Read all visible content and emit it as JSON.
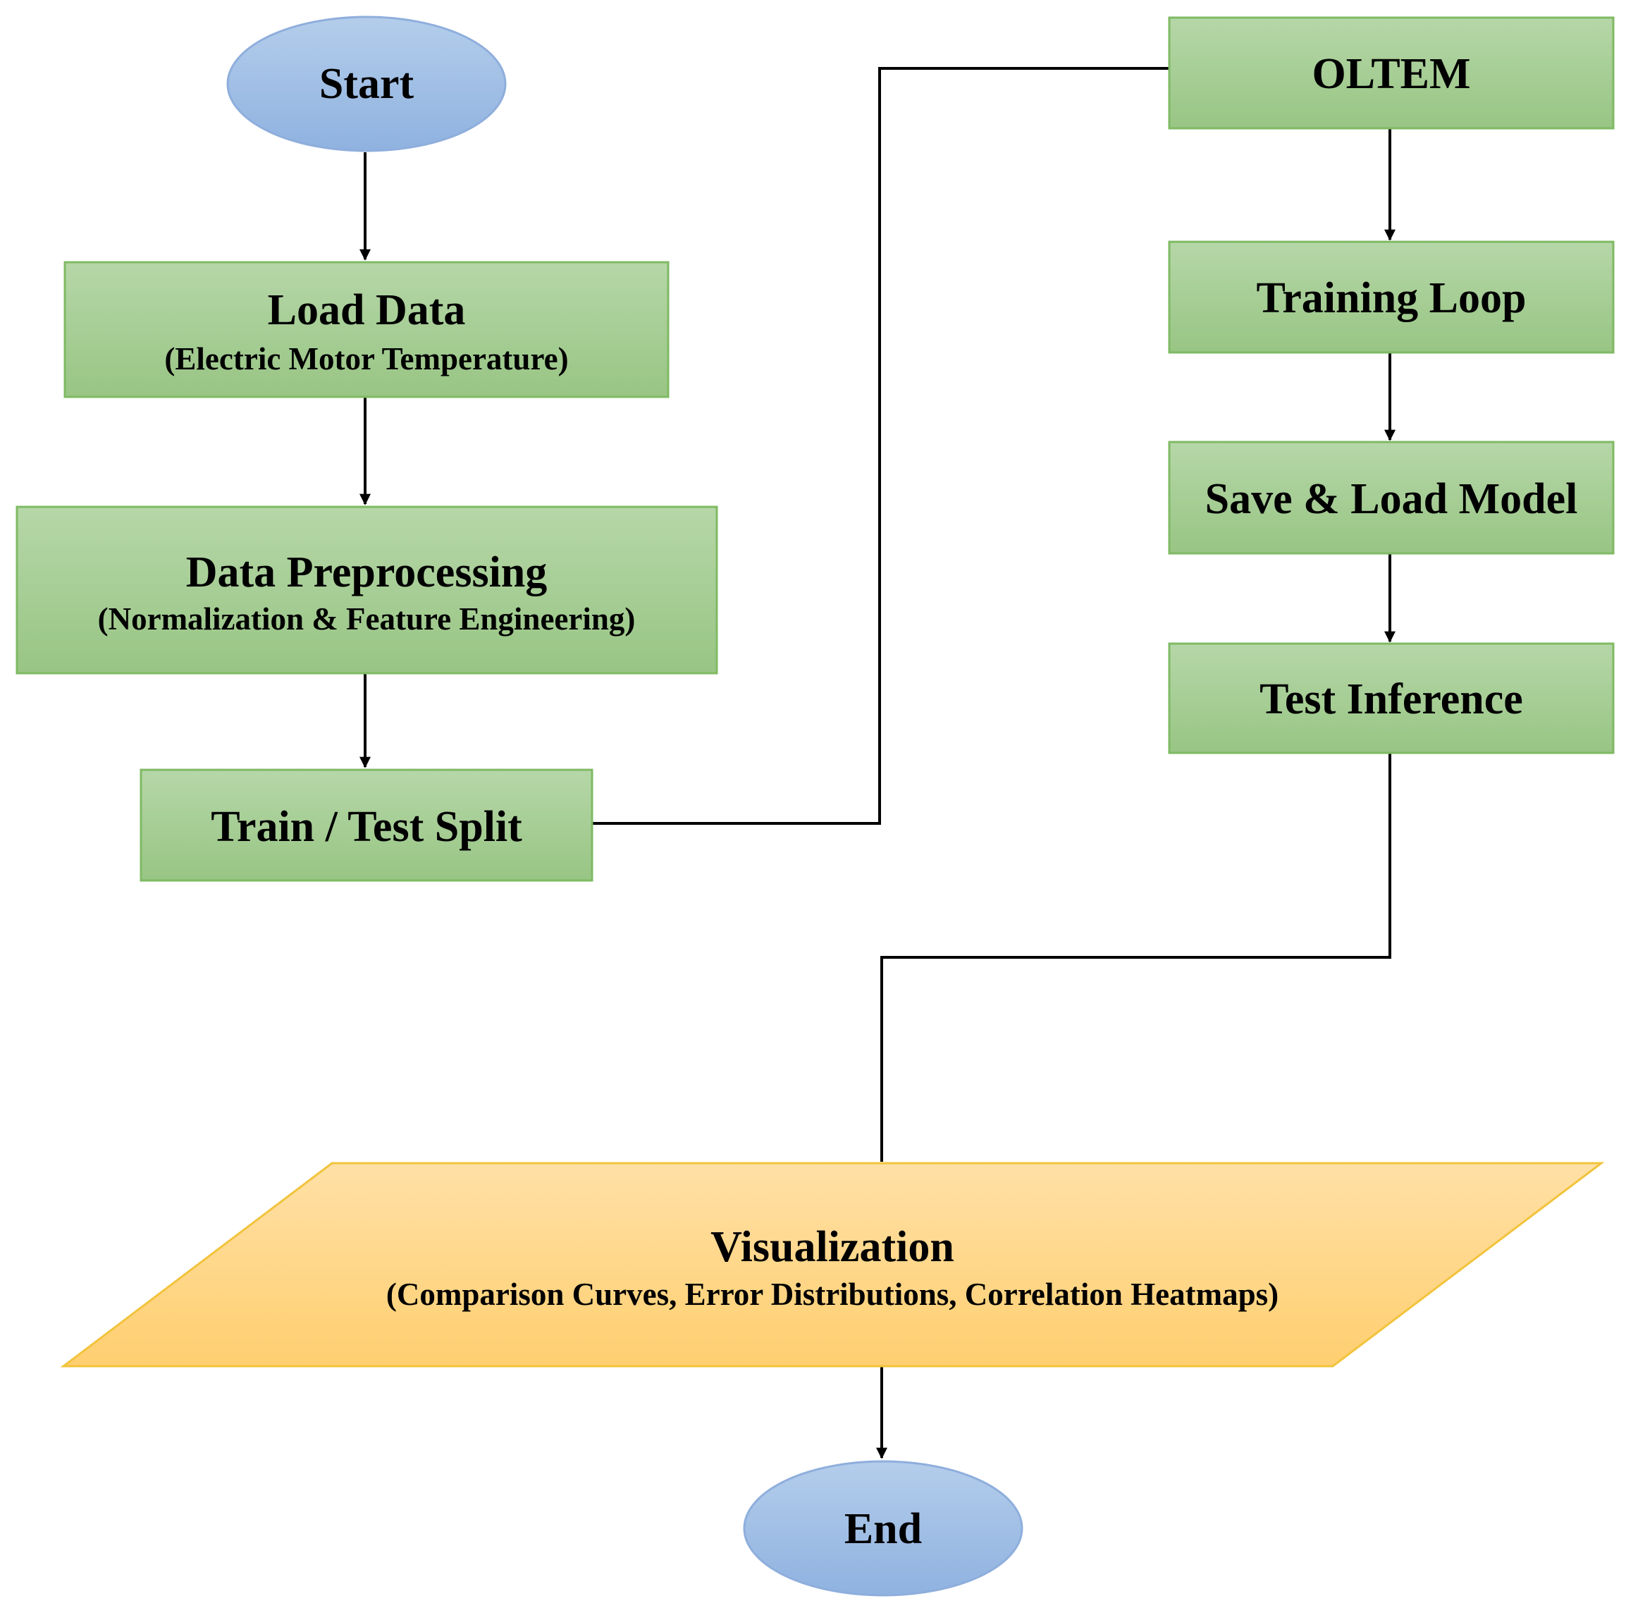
{
  "nodes": {
    "start": {
      "label": "Start"
    },
    "load_data": {
      "title": "Load Data",
      "subtitle": "(Electric Motor Temperature)"
    },
    "preprocessing": {
      "title": "Data Preprocessing",
      "subtitle": "(Normalization & Feature Engineering)"
    },
    "split": {
      "title": "Train / Test Split"
    },
    "oltem": {
      "title": "OLTEM"
    },
    "training_loop": {
      "title": "Training Loop"
    },
    "save_load": {
      "title": "Save & Load Model"
    },
    "test_inference": {
      "title": "Test Inference"
    },
    "visualization": {
      "title": "Visualization",
      "subtitle": "(Comparison Curves, Error Distributions, Correlation Heatmaps)"
    },
    "end": {
      "label": "End"
    }
  },
  "colors": {
    "ellipse_top": "#b4cdeb",
    "ellipse_bottom": "#8fb2e0",
    "ellipse_border": "#8eaedc",
    "box_top": "#b6d7a8",
    "box_bottom": "#98c584",
    "box_border": "#7fba63",
    "para_top": "#ffe0a6",
    "para_bottom": "#ffcf70",
    "para_border": "#f2c33c",
    "connector": "#000000"
  }
}
